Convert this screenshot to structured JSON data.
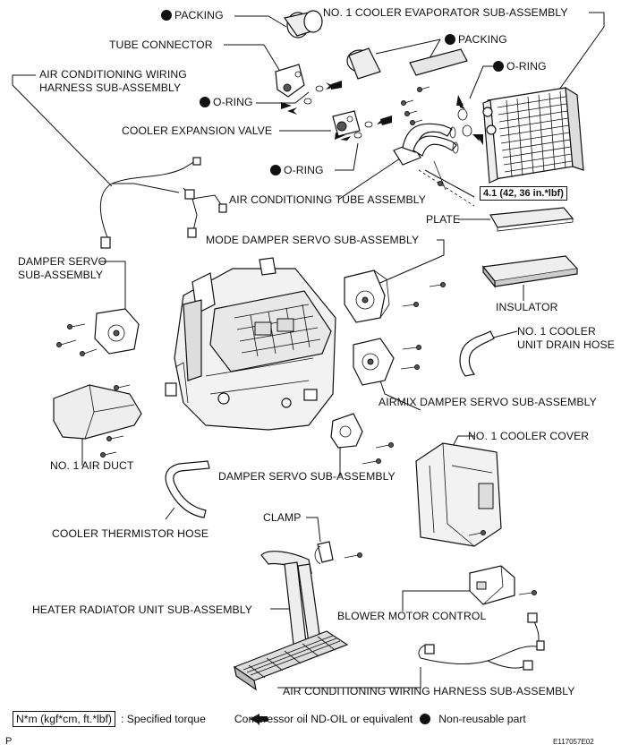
{
  "labels": {
    "packing_top": "PACKING",
    "evaporator": "NO. 1 COOLER EVAPORATOR SUB-ASSEMBLY",
    "tube_connector": "TUBE CONNECTOR",
    "packing_mid": "PACKING",
    "ac_wiring_top_line1": "AIR CONDITIONING WIRING",
    "ac_wiring_top_line2": "HARNESS SUB-ASSEMBLY",
    "oring_right": "O-RING",
    "oring_left": "O-RING",
    "cooler_expansion_valve": "COOLER EXPANSION VALVE",
    "oring_bottom": "O-RING",
    "ac_tube_assembly": "AIR CONDITIONING TUBE ASSEMBLY",
    "torque_value": "4.1 (42, 36 in.*lbf)",
    "plate": "PLATE",
    "mode_damper": "MODE DAMPER SERVO SUB-ASSEMBLY",
    "damper_servo_left_line1": "DAMPER SERVO",
    "damper_servo_left_line2": "SUB-ASSEMBLY",
    "insulator": "INSULATOR",
    "drain_hose_line1": "NO. 1 COOLER",
    "drain_hose_line2": "UNIT DRAIN HOSE",
    "airmix_damper": "AIRMIX DAMPER SERVO SUB-ASSEMBLY",
    "no1_air_duct": "NO. 1 AIR DUCT",
    "no1_cooler_cover": "NO. 1 COOLER COVER",
    "damper_servo_bottom": "DAMPER SERVO SUB-ASSEMBLY",
    "cooler_thermistor_hose": "COOLER THERMISTOR HOSE",
    "clamp": "CLAMP",
    "heater_radiator": "HEATER RADIATOR UNIT SUB-ASSEMBLY",
    "blower_motor_control": "BLOWER MOTOR CONTROL",
    "ac_wiring_bottom": "AIR CONDITIONING WIRING HARNESS SUB-ASSEMBLY"
  },
  "legend": {
    "torque_unit": "N*m (kgf*cm, ft.*lbf)",
    "torque_desc": ": Specified torque",
    "oil_desc": "Compressor oil ND-OIL or equivalent",
    "nonreusable_desc": "Non-reusable part"
  },
  "corner": {
    "left": "P",
    "right": "E117057E02"
  }
}
